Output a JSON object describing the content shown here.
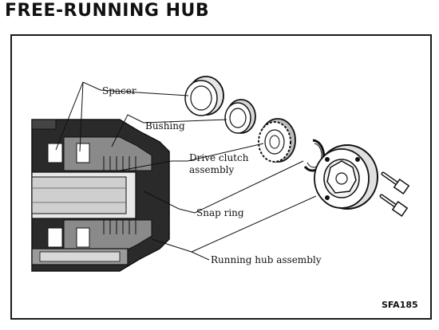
{
  "title": "FREE-RUNNING HUB",
  "figure_code": "SFA185",
  "labels": {
    "spacer": "Spacer",
    "bushing": "Bushing",
    "drive_clutch_1": "Drive clutch",
    "drive_clutch_2": "assembly",
    "snap_ring": "Snap ring",
    "running_hub": "Running hub assembly"
  },
  "colors": {
    "ink": "#111111",
    "dark_fill": "#2a2a2a",
    "mid_fill": "#6e6e6e",
    "light_fill": "#bdbdbd",
    "paper": "#ffffff"
  }
}
